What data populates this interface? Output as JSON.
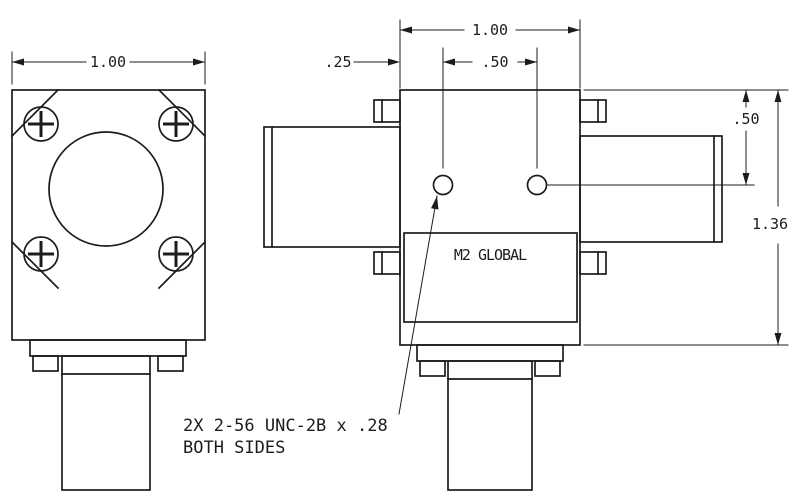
{
  "drawing": {
    "front_view": {
      "width_dim": "1.00"
    },
    "side_view": {
      "width_dim": "1.00",
      "hole_offset_dim": ".25",
      "hole_spacing_dim": ".50",
      "hole_depth_dim": ".50",
      "height_dim": "1.36",
      "nameplate": "M2 GLOBAL"
    },
    "note": {
      "line1": "2X 2-56 UNC-2B x .28",
      "line2": "BOTH SIDES"
    },
    "colors": {
      "line": "#1c1c1c",
      "background": "#ffffff"
    }
  }
}
